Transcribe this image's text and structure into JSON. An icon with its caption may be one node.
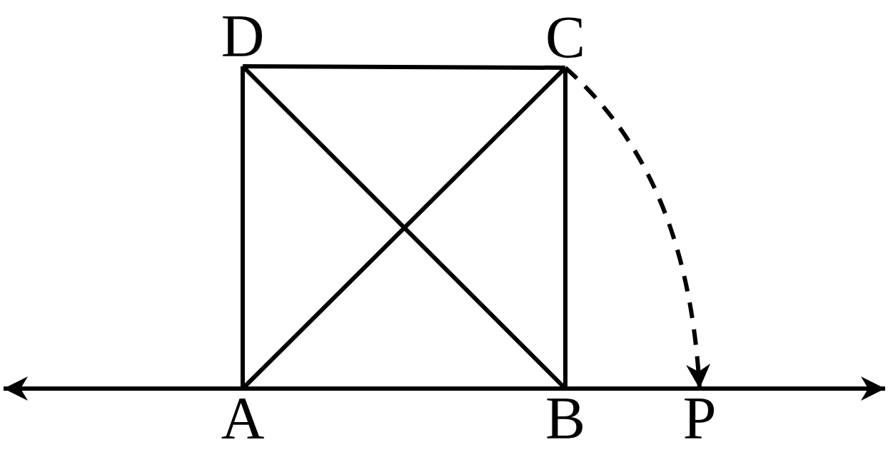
{
  "diagram": {
    "nodes": [
      {
        "text": [
          "D"
        ]
      },
      {
        "text": [
          "C"
        ]
      },
      {
        "text": [
          "A"
        ]
      },
      {
        "text": [
          "B"
        ]
      },
      {
        "text": [
          "P"
        ]
      }
    ],
    "edges": [
      {
        "from": 2,
        "to": null,
        "arrow": "to"
      },
      {
        "from": 2,
        "to": 3,
        "arrow": "none"
      },
      {
        "from": 3,
        "to": 4,
        "arrow": "none"
      },
      {
        "from": 4,
        "to": null,
        "arrow": "to"
      },
      {
        "from": 2,
        "to": 0,
        "arrow": "none"
      },
      {
        "from": 0,
        "to": 1,
        "arrow": "none"
      },
      {
        "from": 3,
        "to": 1,
        "arrow": "none"
      },
      {
        "from": 2,
        "to": 1,
        "arrow": "none"
      },
      {
        "from": 0,
        "to": 3,
        "arrow": "none"
      },
      {
        "from": 1,
        "to": 4,
        "arrow": "to",
        "style": "dashed"
      }
    ]
  }
}
